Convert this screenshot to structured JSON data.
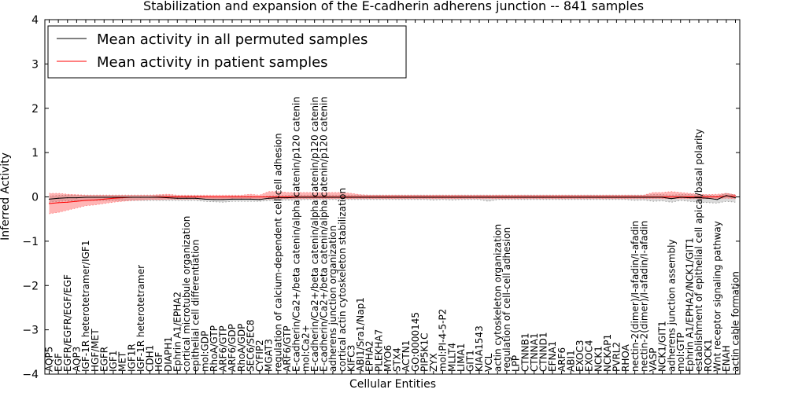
{
  "chart_data": {
    "type": "line",
    "title": "Stabilization and expansion of the E-cadherin adherens junction -- 841 samples",
    "xlabel": "Cellular Entities",
    "ylabel": "Inferred Activity",
    "ylim": [
      -4,
      4
    ],
    "yticks": [
      -4,
      -3,
      -2,
      -1,
      0,
      1,
      2,
      3,
      4
    ],
    "ytick_labels": [
      "−4",
      "−3",
      "−2",
      "−1",
      "0",
      "1",
      "2",
      "3",
      "4"
    ],
    "grid": false,
    "legend_position": "top-left",
    "categories": [
      "AQP5",
      "EGF",
      "EGFR/EGFR/EGF/EGF",
      "AQP3",
      "IGF-1R heterotetramer/IGF1",
      "HGF/MET",
      "EGFR",
      "IGF1",
      "MET",
      "IGF1R",
      "IGF-1R heterotetramer",
      "CDH1",
      "HGF",
      "DIAPH1",
      "Ephrin A1/EPHA2",
      "cortical microtubule organization",
      "epithelial cell differentiation",
      "mol:GDP",
      "RhoA/GTP",
      "ARF6/GTP",
      "ARF6/GDP",
      "RhoA/GDP",
      "SEC6/SEC8",
      "CYFIP2",
      "MGAT3",
      "regulation of calcium-dependent cell-cell adhesion",
      "ARF6/GTP",
      "E-cadherin/Ca2+/beta catenin/alpha catenin/p120 catenin",
      "mol:Ca2+",
      "E-cadherin/Ca2+/beta catenin/alpha catenin/p120 catenin",
      "E-cadherin/Ca2+/beta catenin/alpha catenin/p120 catenin",
      "adherens junction organization",
      "cortical actin cytoskeleton stabilization",
      "KIFC3",
      "ABI1/Sra1/Nap1",
      "EPHA2",
      "PLEKHA7",
      "MYO6",
      "STX4",
      "ACTN1",
      "GO:0000145",
      "PIP5K1C",
      "ZYX",
      "mol:PI-4-5-P2",
      "MLLT4",
      "LIMA1",
      "GIT1",
      "KIAA1543",
      "VCL",
      "actin cytoskeleton organization",
      "regulation of cell-cell adhesion",
      "LPP",
      "CTNNB1",
      "CTNNA1",
      "CTNND1",
      "EFNA1",
      "ARF6",
      "ABI1",
      "EXOC3",
      "EXOC4",
      "NCK1",
      "NCKAP1",
      "PVRL2",
      "RHOA",
      "nectin-2(dimer)/I-afadin/I-afadin",
      "nectin-2(dimer)/I-afadin/I-afadin",
      "VASP",
      "NCK1/GIT1",
      "adherens junction assembly",
      "mol:GTP",
      "Ephrin A1/EPHA2/NCK1/GIT1",
      "establishment of epithelial cell apical/basal polarity",
      "ROCK1",
      "Wnt receptor signaling pathway",
      "ENAH",
      "actin cable formation"
    ],
    "series": [
      {
        "name": "Mean activity in all permuted samples",
        "color": "#000000",
        "values": [
          -0.05,
          -0.03,
          -0.02,
          -0.02,
          -0.01,
          -0.01,
          -0.01,
          -0.01,
          -0.01,
          -0.01,
          -0.01,
          -0.01,
          -0.01,
          -0.02,
          -0.03,
          -0.03,
          -0.03,
          -0.05,
          -0.06,
          -0.06,
          -0.05,
          -0.05,
          -0.05,
          -0.06,
          -0.03,
          -0.02,
          -0.02,
          -0.01,
          -0.01,
          -0.01,
          -0.01,
          -0.01,
          -0.01,
          -0.01,
          -0.01,
          -0.01,
          -0.01,
          -0.01,
          -0.01,
          -0.01,
          -0.01,
          -0.01,
          -0.01,
          -0.01,
          -0.01,
          -0.01,
          -0.01,
          -0.01,
          -0.01,
          -0.01,
          -0.01,
          -0.01,
          -0.01,
          -0.01,
          -0.01,
          -0.01,
          -0.01,
          -0.01,
          -0.01,
          -0.01,
          -0.01,
          -0.01,
          -0.01,
          -0.01,
          -0.01,
          -0.01,
          -0.01,
          -0.01,
          -0.04,
          -0.01,
          -0.02,
          -0.02,
          -0.03,
          -0.06,
          0.03,
          -0.02
        ],
        "band_low": [
          -0.12,
          -0.1,
          -0.09,
          -0.09,
          -0.08,
          -0.08,
          -0.08,
          -0.08,
          -0.08,
          -0.08,
          -0.08,
          -0.08,
          -0.08,
          -0.08,
          -0.08,
          -0.08,
          -0.08,
          -0.1,
          -0.11,
          -0.12,
          -0.1,
          -0.1,
          -0.1,
          -0.1,
          -0.08,
          -0.08,
          -0.07,
          -0.07,
          -0.06,
          -0.06,
          -0.06,
          -0.06,
          -0.06,
          -0.06,
          -0.06,
          -0.06,
          -0.06,
          -0.06,
          -0.06,
          -0.06,
          -0.06,
          -0.06,
          -0.07,
          -0.06,
          -0.07,
          -0.06,
          -0.06,
          -0.06,
          -0.1,
          -0.06,
          -0.06,
          -0.06,
          -0.06,
          -0.06,
          -0.06,
          -0.06,
          -0.06,
          -0.06,
          -0.06,
          -0.06,
          -0.06,
          -0.06,
          -0.06,
          -0.06,
          -0.08,
          -0.07,
          -0.1,
          -0.09,
          -0.12,
          -0.08,
          -0.1,
          -0.12,
          -0.13,
          -0.14,
          -0.1,
          -0.12
        ],
        "band_high": [
          0.02,
          0.03,
          0.04,
          0.04,
          0.04,
          0.04,
          0.04,
          0.04,
          0.04,
          0.04,
          0.04,
          0.04,
          0.04,
          0.03,
          0.02,
          0.02,
          0.02,
          0.01,
          0.0,
          0.0,
          0.01,
          0.01,
          0.01,
          0.0,
          0.02,
          0.03,
          0.03,
          0.04,
          0.04,
          0.04,
          0.04,
          0.04,
          0.04,
          0.04,
          0.04,
          0.04,
          0.04,
          0.04,
          0.04,
          0.04,
          0.04,
          0.04,
          0.04,
          0.04,
          0.04,
          0.04,
          0.04,
          0.04,
          0.04,
          0.04,
          0.04,
          0.04,
          0.04,
          0.04,
          0.04,
          0.04,
          0.04,
          0.04,
          0.04,
          0.04,
          0.04,
          0.04,
          0.04,
          0.04,
          0.04,
          0.04,
          0.05,
          0.05,
          0.04,
          0.05,
          0.05,
          0.04,
          0.04,
          0.02,
          0.08,
          0.04
        ]
      },
      {
        "name": "Mean activity in patient samples",
        "color": "#ff0000",
        "values": [
          -0.15,
          -0.13,
          -0.12,
          -0.1,
          -0.08,
          -0.07,
          -0.05,
          -0.03,
          -0.02,
          -0.01,
          -0.01,
          -0.01,
          0.0,
          0.0,
          0.0,
          0.0,
          0.0,
          0.0,
          0.0,
          0.0,
          0.0,
          0.0,
          0.0,
          0.0,
          0.0,
          0.0,
          0.0,
          0.0,
          0.0,
          0.0,
          0.0,
          0.0,
          0.0,
          0.0,
          0.0,
          0.0,
          0.0,
          0.0,
          0.0,
          0.0,
          0.0,
          0.0,
          0.0,
          0.0,
          0.0,
          0.0,
          0.0,
          0.0,
          0.0,
          0.0,
          0.0,
          0.0,
          0.0,
          0.0,
          0.0,
          0.0,
          0.0,
          0.0,
          0.0,
          0.0,
          0.0,
          0.0,
          0.0,
          0.0,
          0.0,
          0.0,
          0.0,
          0.0,
          0.0,
          0.0,
          0.0,
          0.0,
          0.0,
          0.0,
          0.02,
          0.02
        ],
        "band_low": [
          -0.38,
          -0.35,
          -0.3,
          -0.25,
          -0.2,
          -0.18,
          -0.15,
          -0.12,
          -0.1,
          -0.08,
          -0.07,
          -0.06,
          -0.06,
          -0.05,
          -0.05,
          -0.05,
          -0.05,
          -0.05,
          -0.05,
          -0.05,
          -0.05,
          -0.05,
          -0.05,
          -0.05,
          -0.05,
          -0.04,
          -0.04,
          -0.04,
          -0.04,
          -0.04,
          -0.04,
          -0.04,
          -0.04,
          -0.04,
          -0.04,
          -0.04,
          -0.04,
          -0.04,
          -0.04,
          -0.04,
          -0.04,
          -0.04,
          -0.04,
          -0.04,
          -0.04,
          -0.04,
          -0.04,
          -0.04,
          -0.04,
          -0.04,
          -0.04,
          -0.04,
          -0.04,
          -0.04,
          -0.04,
          -0.04,
          -0.04,
          -0.04,
          -0.04,
          -0.04,
          -0.04,
          -0.04,
          -0.04,
          -0.04,
          -0.04,
          -0.04,
          -0.04,
          -0.04,
          -0.04,
          -0.04,
          -0.04,
          -0.04,
          -0.04,
          -0.04,
          -0.03,
          -0.04
        ],
        "band_high": [
          0.08,
          0.08,
          0.06,
          0.05,
          0.04,
          0.04,
          0.04,
          0.04,
          0.04,
          0.04,
          0.04,
          0.04,
          0.05,
          0.06,
          0.04,
          0.04,
          0.04,
          0.04,
          0.04,
          0.04,
          0.04,
          0.04,
          0.06,
          0.04,
          0.12,
          0.12,
          0.1,
          0.1,
          0.1,
          0.1,
          0.1,
          0.1,
          0.1,
          0.08,
          0.05,
          0.04,
          0.04,
          0.04,
          0.04,
          0.04,
          0.04,
          0.04,
          0.04,
          0.04,
          0.04,
          0.04,
          0.04,
          0.04,
          0.04,
          0.04,
          0.04,
          0.04,
          0.04,
          0.04,
          0.04,
          0.04,
          0.04,
          0.04,
          0.04,
          0.04,
          0.04,
          0.04,
          0.04,
          0.04,
          0.04,
          0.04,
          0.1,
          0.1,
          0.12,
          0.1,
          0.08,
          0.06,
          0.05,
          0.06,
          0.08,
          0.05
        ]
      }
    ]
  }
}
